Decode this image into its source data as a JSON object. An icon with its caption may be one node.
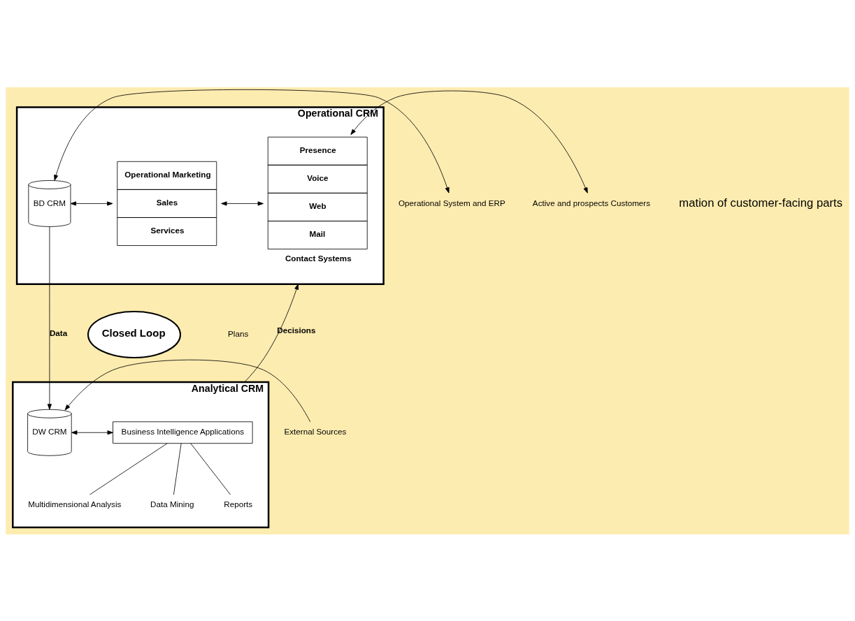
{
  "diagram": {
    "nodes": [
      {
        "text": [
          "Operational CRM"
        ]
      },
      {
        "text": [
          "BD CRM"
        ],
        "in": 0
      },
      {
        "text": [
          "Operational Marketing",
          "Sales",
          "Services"
        ],
        "in": 0
      },
      {
        "text": [
          "Presence",
          "Voice",
          "Web",
          "Mail",
          "Contact Systems"
        ],
        "in": 0
      },
      {
        "text": [
          "Operational System and ERP"
        ]
      },
      {
        "text": [
          "Active and prospects Customers"
        ]
      },
      {
        "text": [
          "Closed Loop"
        ]
      },
      {
        "text": [
          "Analytical CRM"
        ]
      },
      {
        "text": [
          "DW CRM"
        ],
        "in": 7
      },
      {
        "text": [
          "Business Intelligence Applications"
        ],
        "in": 7
      },
      {
        "text": [
          "Multidimensional Analysis"
        ],
        "in": 7
      },
      {
        "text": [
          "Data Mining"
        ],
        "in": 7
      },
      {
        "text": [
          "Reports"
        ],
        "in": 7
      },
      {
        "text": [
          "External Sources"
        ]
      }
    ],
    "edges": [
      {
        "from": 4,
        "to": 1,
        "arrow": "both"
      },
      {
        "from": 1,
        "to": 2,
        "arrow": "both"
      },
      {
        "from": 2,
        "to": 3,
        "arrow": "both"
      },
      {
        "from": 3,
        "to": 5,
        "arrow": "both"
      },
      {
        "from": 1,
        "to": 8,
        "arrow": "to",
        "label": "Data"
      },
      {
        "from": 7,
        "to": 0,
        "arrow": "to",
        "label": "Decisions"
      },
      {
        "from": 13,
        "to": 8,
        "arrow": "to"
      },
      {
        "from": 8,
        "to": 9,
        "arrow": "both"
      },
      {
        "from": 9,
        "to": 10,
        "arrow": "none"
      },
      {
        "from": 9,
        "to": 11,
        "arrow": "none"
      },
      {
        "from": 9,
        "to": 12,
        "arrow": "none"
      }
    ],
    "labels": [
      "mation of customer-facing parts",
      "Plans"
    ]
  }
}
